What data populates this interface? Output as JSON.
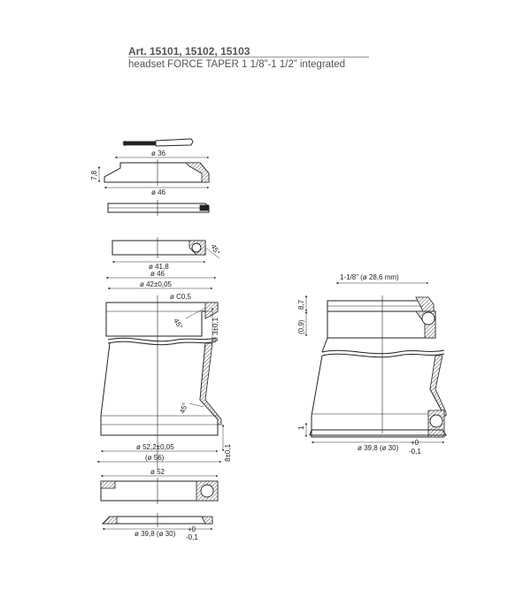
{
  "header": {
    "title": "Art. 15101, 15102, 15103",
    "subtitle": "headset FORCE TAPER 1 1/8”-1 1/2” integrated"
  },
  "exploded": {
    "top_cap": {
      "dia_label": "ø 36",
      "height_label": "7,8",
      "base_dia_label": "ø 46"
    },
    "upper_race": {
      "dia_label": "ø 41,8",
      "angle_label": "45°"
    },
    "cup": {
      "outer_dia_label": "ø 46",
      "inner_dia_label": "ø 42±0,05",
      "chamfer_label": "ø C0,5",
      "top_angle_label": "45°",
      "depth_label": "ø 3±0,1",
      "bottom_angle_label": "45°",
      "bottom_dia_label": "ø 52,2±0,05",
      "bottom_outer_label": "(ø 56)",
      "bottom_depth_label": "8±0,1"
    },
    "lower_bearing": {
      "dia_label": "ø 52"
    },
    "crown_race": {
      "dia_label": "ø 39,8 (ø 30)",
      "tol_plus": "+0",
      "tol_minus": "-0,1"
    }
  },
  "assembled": {
    "steerer_label": "1-1/8” (ø 28,6 mm)",
    "top_height_label": "8,7",
    "top_offset_label": "(0,9)",
    "bottom_offset_label": "1",
    "crown_label": "ø 39,8 (ø 30)",
    "tol_plus": "+0",
    "tol_minus": "-0,1"
  }
}
